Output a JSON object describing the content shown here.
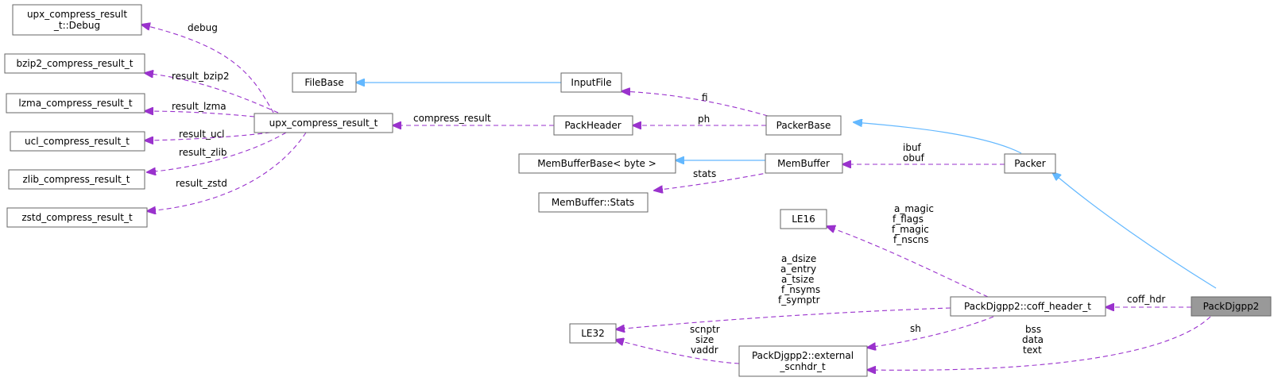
{
  "colors": {
    "inheritance": "#63b8ff",
    "usage": "#9a32cd",
    "node_border": "#666666",
    "focus_fill": "#999999"
  },
  "nodes": {
    "debug": [
      "upx_compress_result",
      "_t::Debug"
    ],
    "bzip2": [
      "bzip2_compress_result_t"
    ],
    "lzma": [
      "lzma_compress_result_t"
    ],
    "ucl": [
      "ucl_compress_result_t"
    ],
    "zlib": [
      "zlib_compress_result_t"
    ],
    "zstd": [
      "zstd_compress_result_t"
    ],
    "upx": [
      "upx_compress_result_t"
    ],
    "filebase": [
      "FileBase"
    ],
    "inputfile": [
      "InputFile"
    ],
    "packheader": [
      "PackHeader"
    ],
    "packerbase": [
      "PackerBase"
    ],
    "membufferbase": [
      "MemBufferBase< byte >"
    ],
    "membuffer": [
      "MemBuffer"
    ],
    "stats": [
      "MemBuffer::Stats"
    ],
    "packer": [
      "Packer"
    ],
    "le16": [
      "LE16"
    ],
    "le32": [
      "LE32"
    ],
    "coffhdr": [
      "PackDjgpp2::coff_header_t"
    ],
    "external": [
      "PackDjgpp2::external",
      "_scnhdr_t"
    ],
    "packdjgpp2": [
      "PackDjgpp2"
    ]
  },
  "edge_labels": {
    "debug": [
      "debug"
    ],
    "bzip2": [
      "result_bzip2"
    ],
    "lzma": [
      "result_lzma"
    ],
    "ucl": [
      "result_ucl"
    ],
    "zlib": [
      "result_zlib"
    ],
    "zstd": [
      "result_zstd"
    ],
    "compress": [
      "compress_result"
    ],
    "fi": [
      "fi"
    ],
    "ph": [
      "ph"
    ],
    "ibuf": [
      "ibuf",
      "obuf"
    ],
    "stats": [
      "stats"
    ],
    "le16": [
      "a_magic",
      "f_flags",
      "f_magic",
      "f_nscns"
    ],
    "le32": [
      "a_dsize",
      "a_entry",
      "a_tsize",
      "f_nsyms",
      "f_symptr"
    ],
    "ext_le32": [
      "scnptr",
      "size",
      "vaddr"
    ],
    "sh": [
      "sh"
    ],
    "coff": [
      "coff_hdr"
    ],
    "bss": [
      "bss",
      "data",
      "text"
    ]
  }
}
